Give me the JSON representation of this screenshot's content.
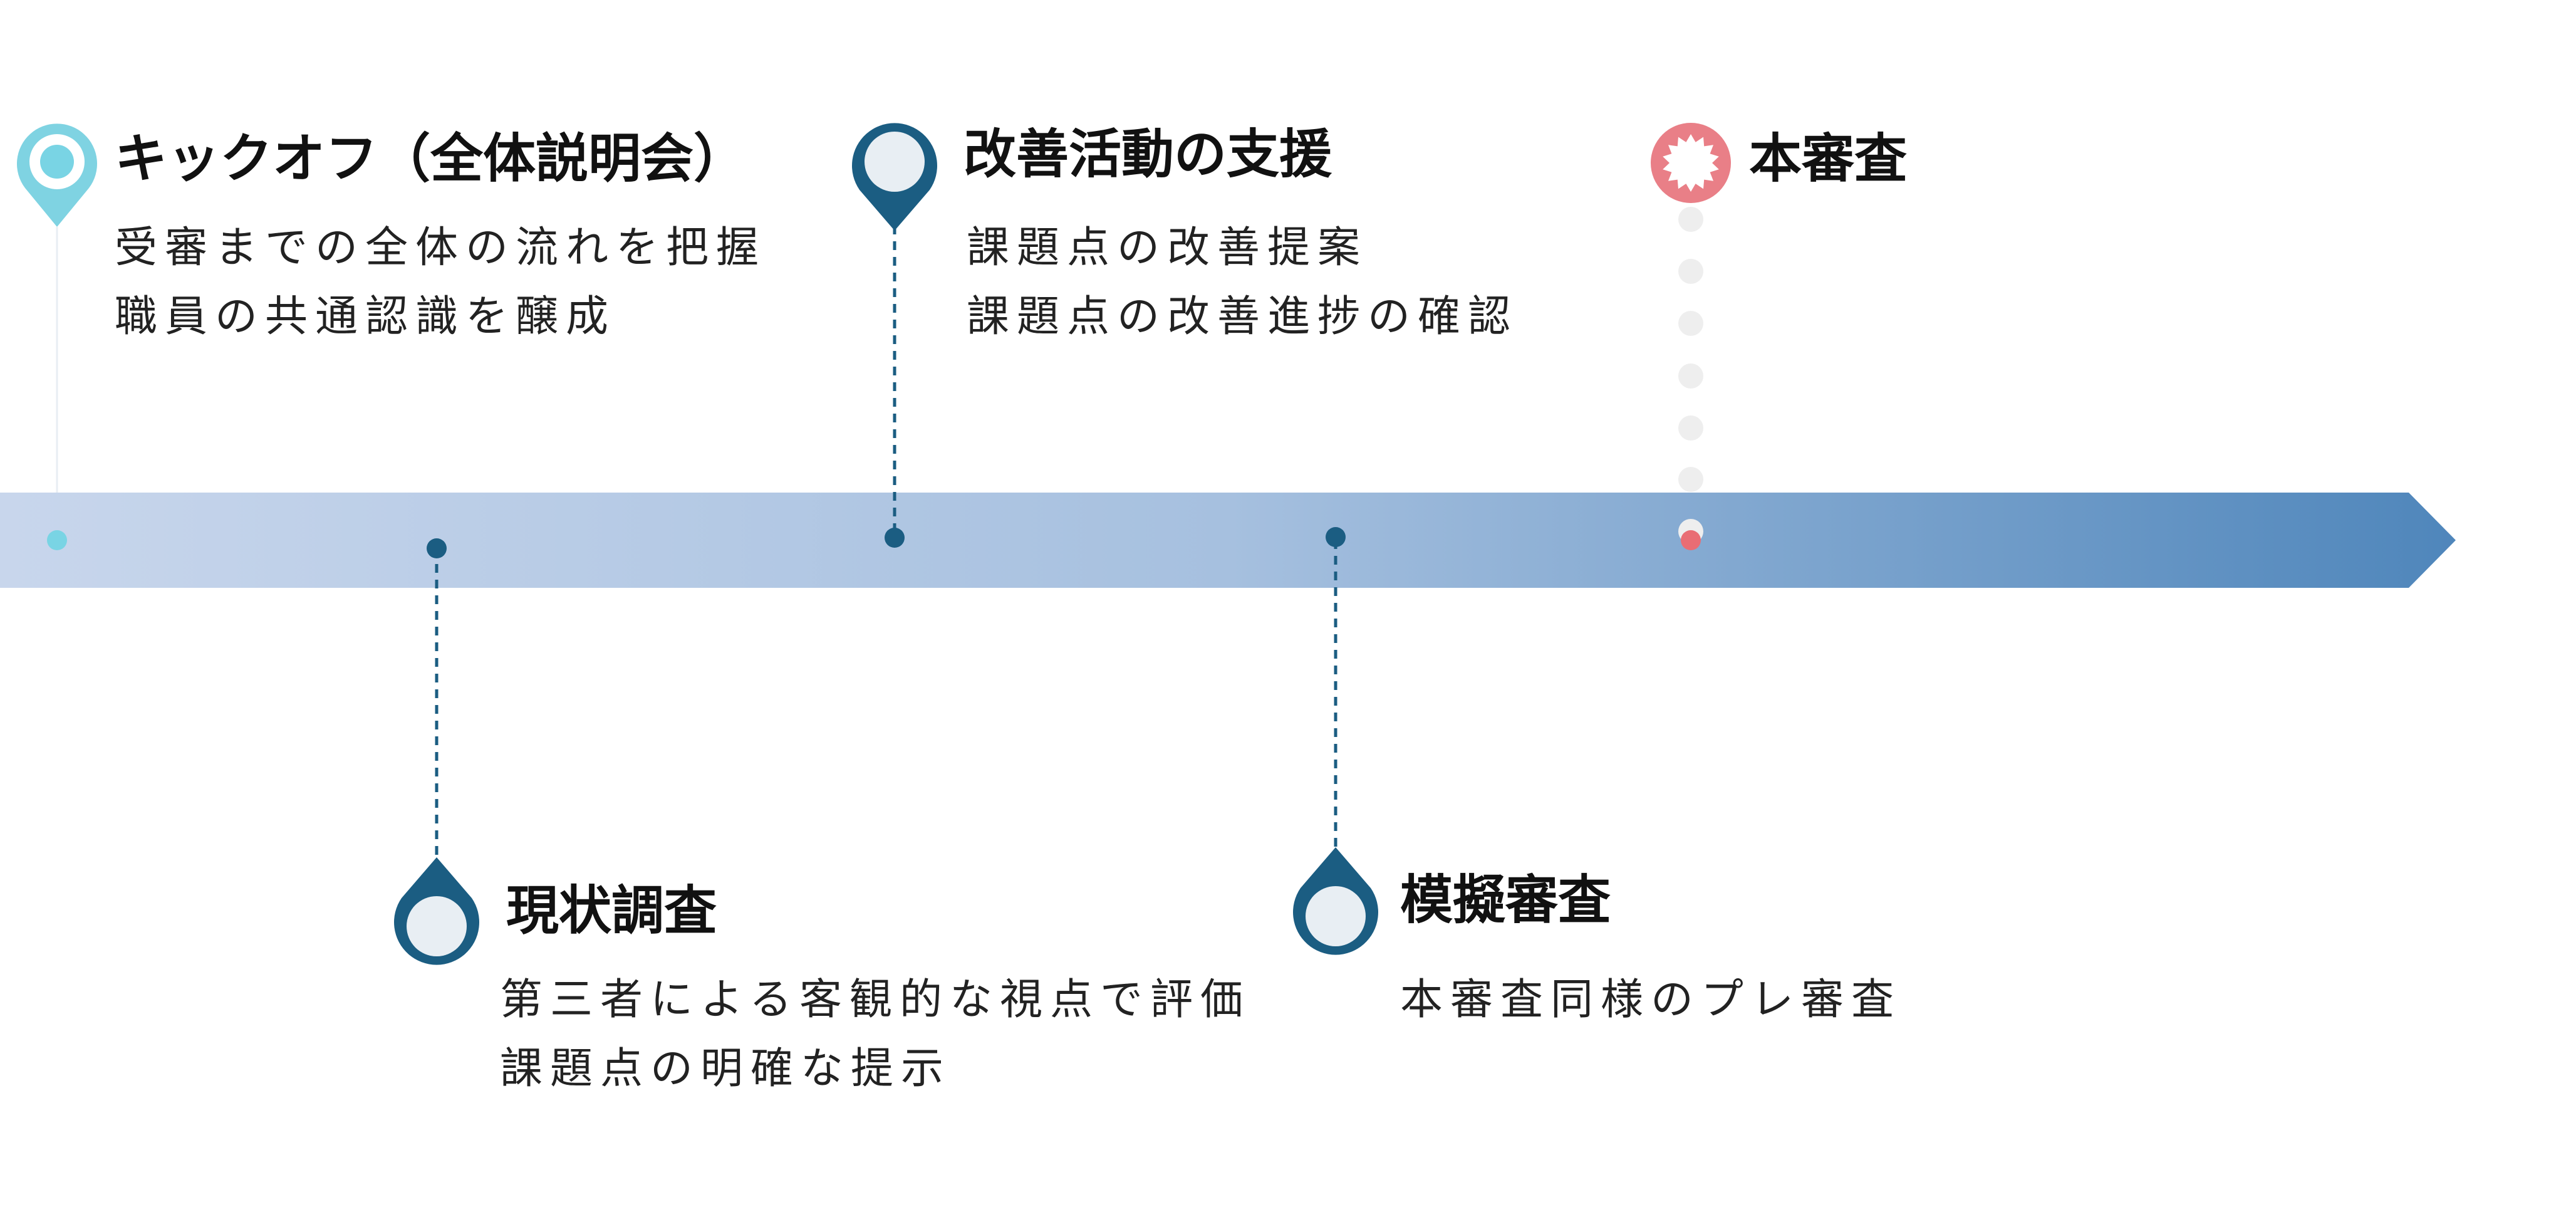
{
  "colors": {
    "arrow_start": "#c8d6ec",
    "arrow_end": "#4f86bb",
    "pin_dark": "#1b5d82",
    "pin_light_fill": "#e8eef3",
    "pin_cyan": "#7fd3e2",
    "pin_cyan_core": "#79d4e4",
    "badge_red": "#e97f87",
    "dot_gray": "#eeeeee",
    "dot_red": "#e96d74"
  },
  "milestones": [
    {
      "id": "kickoff",
      "title": "キックオフ（全体説明会）",
      "lines": [
        "受審までの全体の流れを把握",
        "職員の共通認識を醸成"
      ],
      "icon": "location-pin-icon"
    },
    {
      "id": "survey",
      "title": "現状調査",
      "lines": [
        "第三者による客観的な視点で評価",
        "課題点の明確な提示"
      ],
      "icon": "drop-pin-icon"
    },
    {
      "id": "support",
      "title": "改善活動の支援",
      "lines": [
        "課題点の改善提案",
        "課題点の改善進捗の確認"
      ],
      "icon": "drop-pin-icon"
    },
    {
      "id": "mock",
      "title": "模擬審査",
      "lines": [
        "本審査同様のプレ審査"
      ],
      "icon": "drop-pin-icon"
    },
    {
      "id": "final",
      "title": "本審査",
      "lines": [],
      "icon": "starburst-badge-icon"
    }
  ]
}
